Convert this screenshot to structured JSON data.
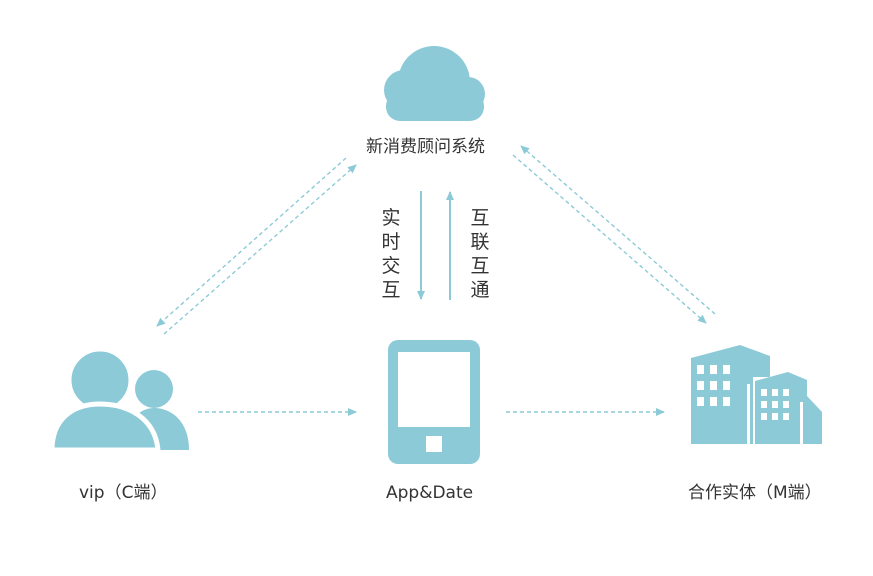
{
  "colors": {
    "icon": "#8ccad8",
    "arrow": "#8ccad8",
    "text": "#333333",
    "background": "#ffffff"
  },
  "nodes": {
    "top": {
      "label": "新消费顾问系统",
      "icon": "cloud-icon"
    },
    "left": {
      "label": "vip（C端）",
      "icon": "users-icon"
    },
    "center": {
      "label": "App&Date",
      "icon": "tablet-icon"
    },
    "right": {
      "label": "合作实体（M端）",
      "icon": "buildings-icon"
    }
  },
  "edges": {
    "down_label": "实时交互",
    "up_label": "互联互通"
  }
}
